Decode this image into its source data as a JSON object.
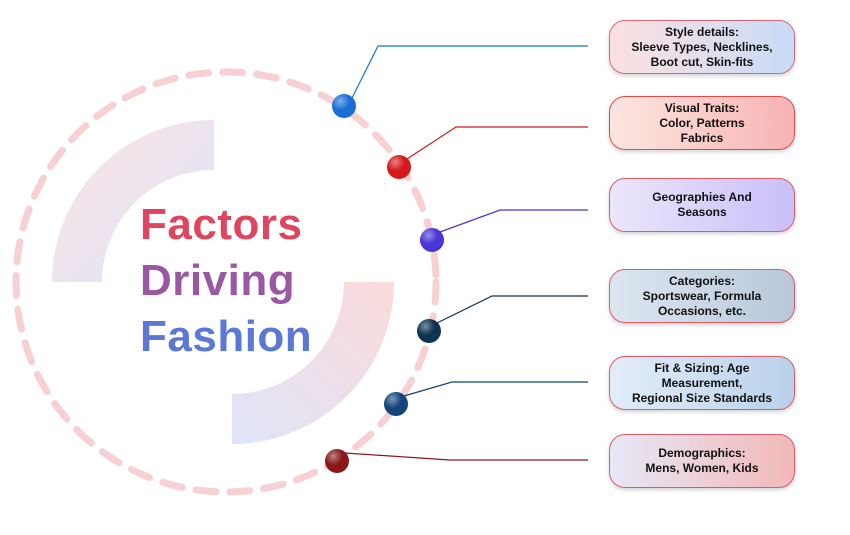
{
  "title": {
    "line1": "Factors",
    "line2": "Driving",
    "line3": "Fashion",
    "colors": [
      "#e0455f",
      "#9a58a3",
      "#5c78d6"
    ]
  },
  "factors": [
    {
      "lines": [
        "Style details:",
        "Sleeve Types, Necklines,",
        "Boot cut, Skin-fits"
      ],
      "dot_color": "#1a6fd4",
      "card_gradient": [
        "#fde0e0",
        "#c7dcf8"
      ],
      "border_color": "#e0657a"
    },
    {
      "lines": [
        "Visual Traits:",
        "Color, Patterns",
        "Fabrics"
      ],
      "dot_color": "#d41a1a",
      "card_gradient": [
        "#fde6e0",
        "#f7b3b3"
      ],
      "border_color": "#e04a4a"
    },
    {
      "lines": [
        "Geographies And",
        "Seasons"
      ],
      "dot_color": "#4a35d6",
      "card_gradient": [
        "#ece6fb",
        "#c9bff8"
      ],
      "border_color": "#e05a6a"
    },
    {
      "lines": [
        "Categories:",
        "Sportswear, Formula",
        "Occasions, etc."
      ],
      "dot_color": "#0e3352",
      "card_gradient": [
        "#dde6f0",
        "#b8c8da"
      ],
      "border_color": "#e05a6a"
    },
    {
      "lines": [
        "Fit & Sizing: Age",
        "Measurement,",
        "Regional Size Standards"
      ],
      "dot_color": "#12457a",
      "card_gradient": [
        "#e3edf8",
        "#b9d0ea"
      ],
      "border_color": "#e05a6a"
    },
    {
      "lines": [
        "Demographics:",
        "Mens, Women, Kids"
      ],
      "dot_color": "#8a1a1a",
      "card_gradient": [
        "#e6e8f7",
        "#f2b8b8"
      ],
      "border_color": "#e05a6a"
    }
  ]
}
